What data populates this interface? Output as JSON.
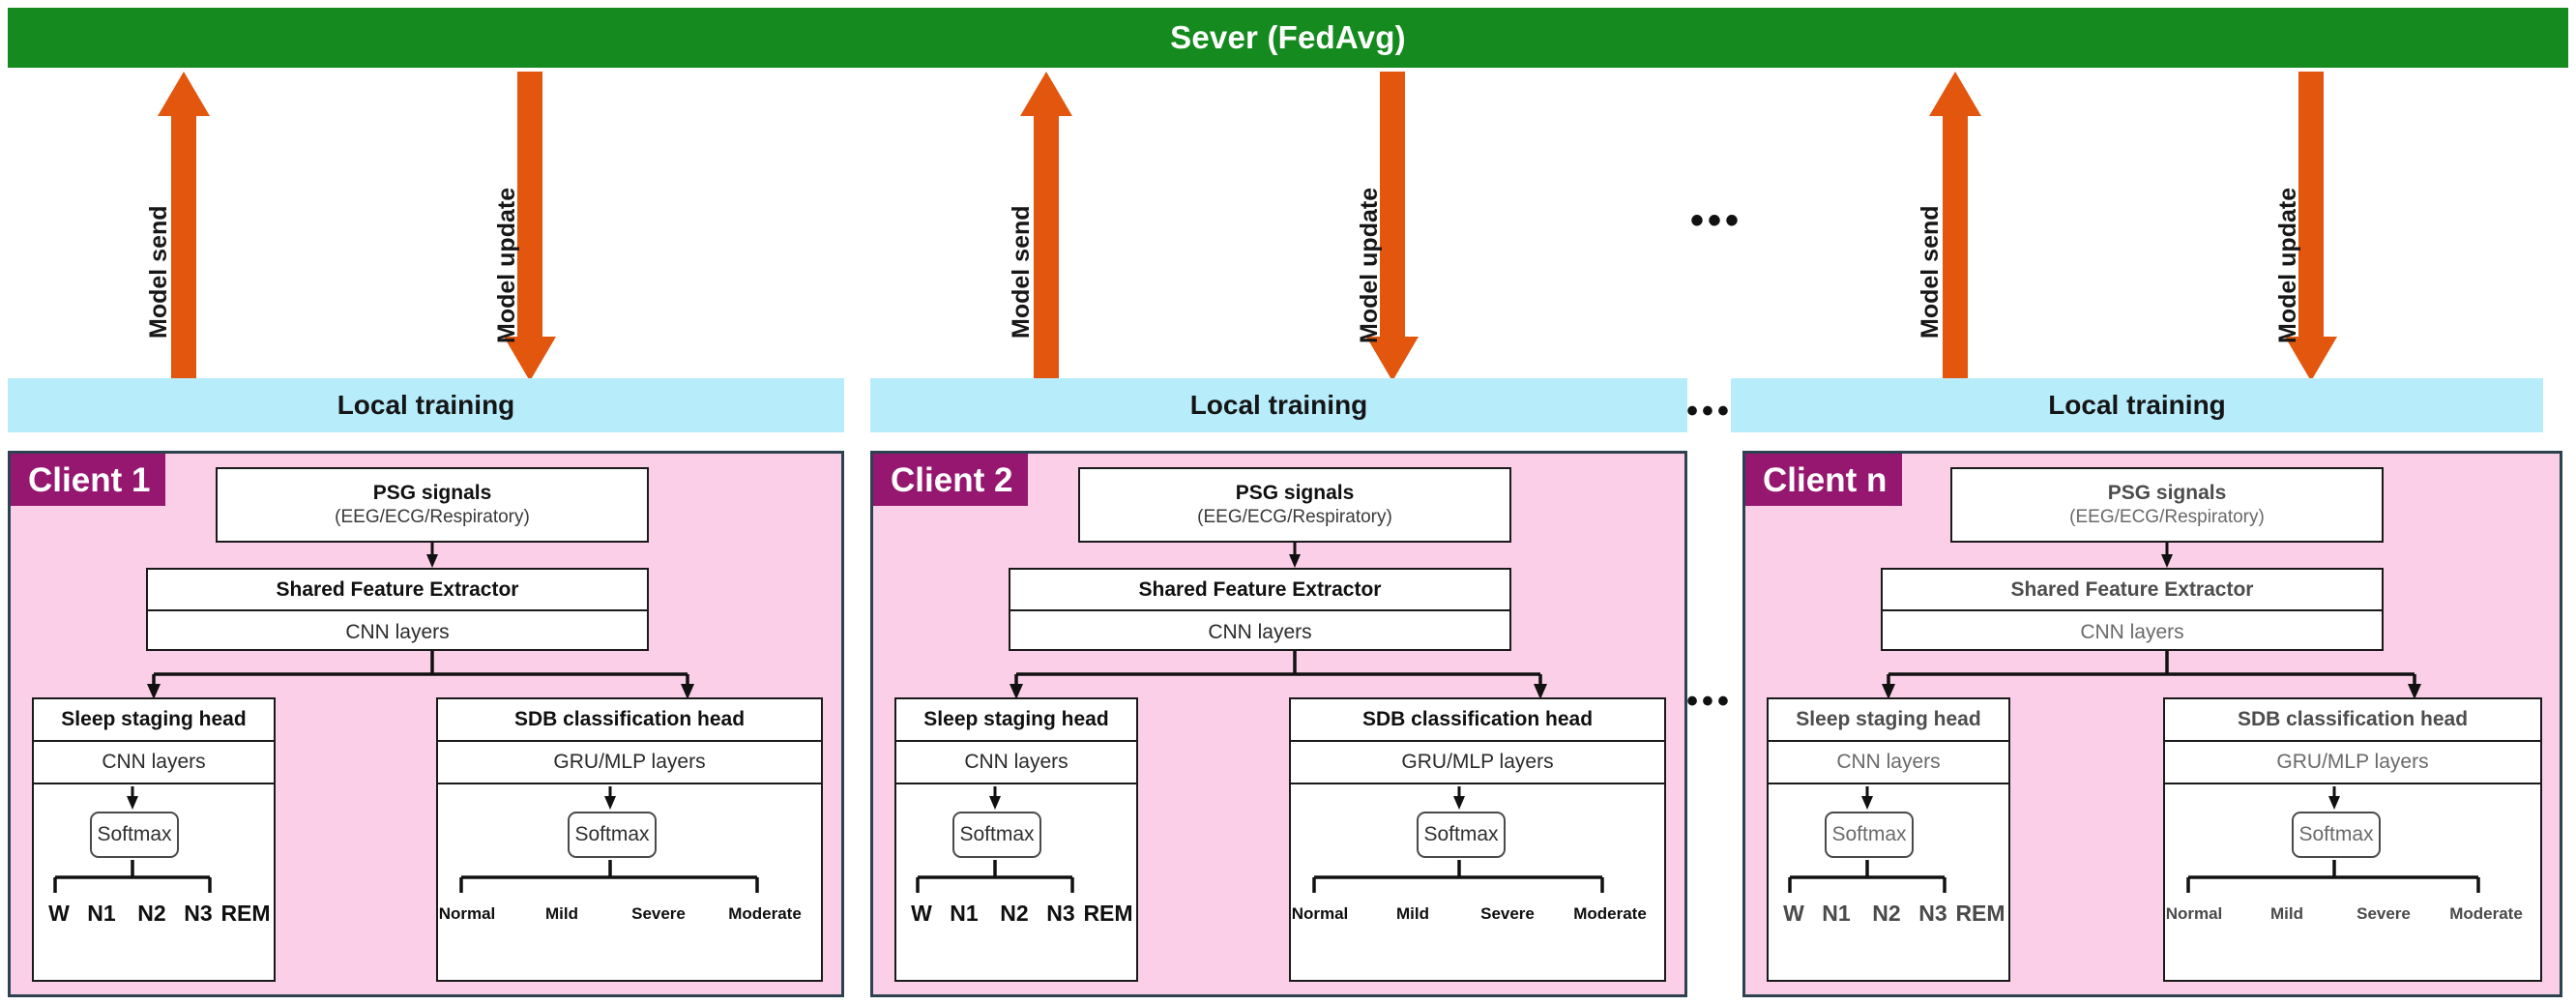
{
  "server": {
    "title": "Sever (FedAvg)",
    "color": "#158a1e"
  },
  "flow": {
    "send_label": "Model send",
    "update_label": "Model update",
    "arrow_color": "#e2560d"
  },
  "local_training": {
    "label": "Local training",
    "color": "#b7ecfb"
  },
  "ellipsis": "•••",
  "palette": {
    "client_fill": "#fbcfe8",
    "client_border": "#2c4251",
    "badge": "#95176f",
    "box_border": "#1a1a1a"
  },
  "blocks": {
    "input_title": "PSG signals",
    "input_sub": "(EEG/ECG/Respiratory)",
    "extractor_title": "Shared Feature Extractor",
    "extractor_sub": "CNN layers",
    "sleep_head_title": "Sleep staging head",
    "sleep_head_sub": "CNN layers",
    "sdb_head_title": "SDB classification head",
    "sdb_head_sub": "GRU/MLP layers",
    "softmax": "Softmax"
  },
  "sleep_classes": [
    "W",
    "N1",
    "N2",
    "N3",
    "REM"
  ],
  "sdb_classes": [
    "Normal",
    "Mild",
    "Severe",
    "Moderate"
  ],
  "clients": [
    {
      "name": "Client 1",
      "faded": false
    },
    {
      "name": "Client 2",
      "faded": false
    },
    {
      "name": "Client n",
      "faded": true
    }
  ]
}
